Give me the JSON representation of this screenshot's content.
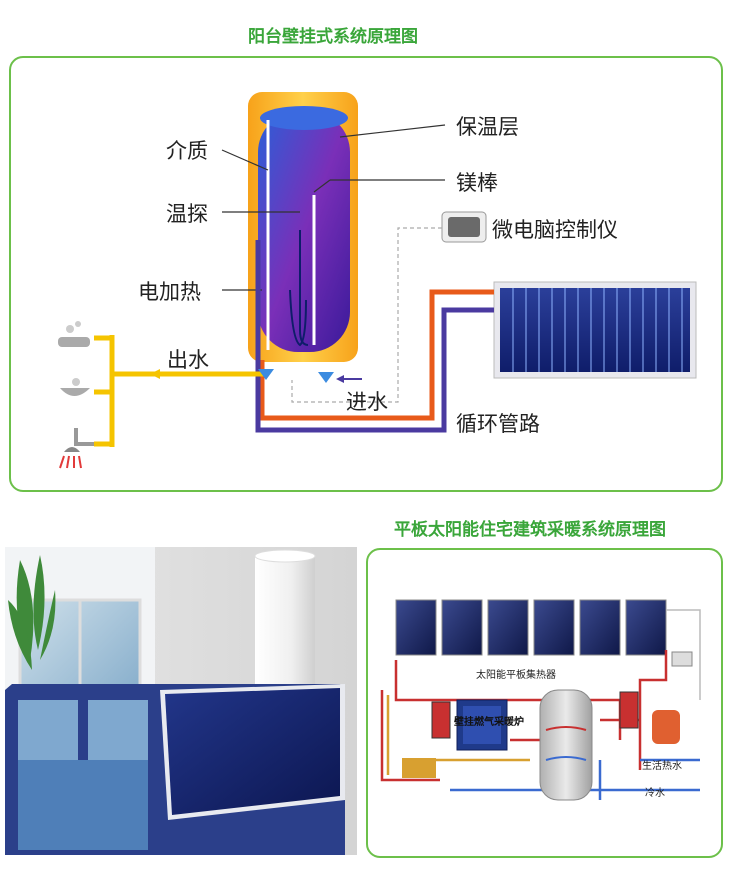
{
  "top": {
    "title": "阳台壁挂式系统原理图",
    "labels": {
      "medium": "介质",
      "temp_probe": "温探",
      "electric_heater": "电加热",
      "insulation": "保温层",
      "magnesium_rod": "镁棒",
      "controller": "微电脑控制仪",
      "water_out": "出水",
      "water_in": "进水",
      "circulation_pipe": "循环管路"
    }
  },
  "bottom": {
    "title": "平板太阳能住宅建筑采暖系统原理图",
    "labels": {
      "collector": "太阳能平板集热器",
      "gas_boiler": "壁挂燃气采暖炉",
      "domestic_hot_water": "生活热水",
      "cold_water": "冷水"
    }
  },
  "colors": {
    "accent_green": "#3aa63a",
    "hot_pipe": "#e85a1a",
    "cold_pipe": "#4a3aa0",
    "out_pipe": "#f5c400"
  }
}
